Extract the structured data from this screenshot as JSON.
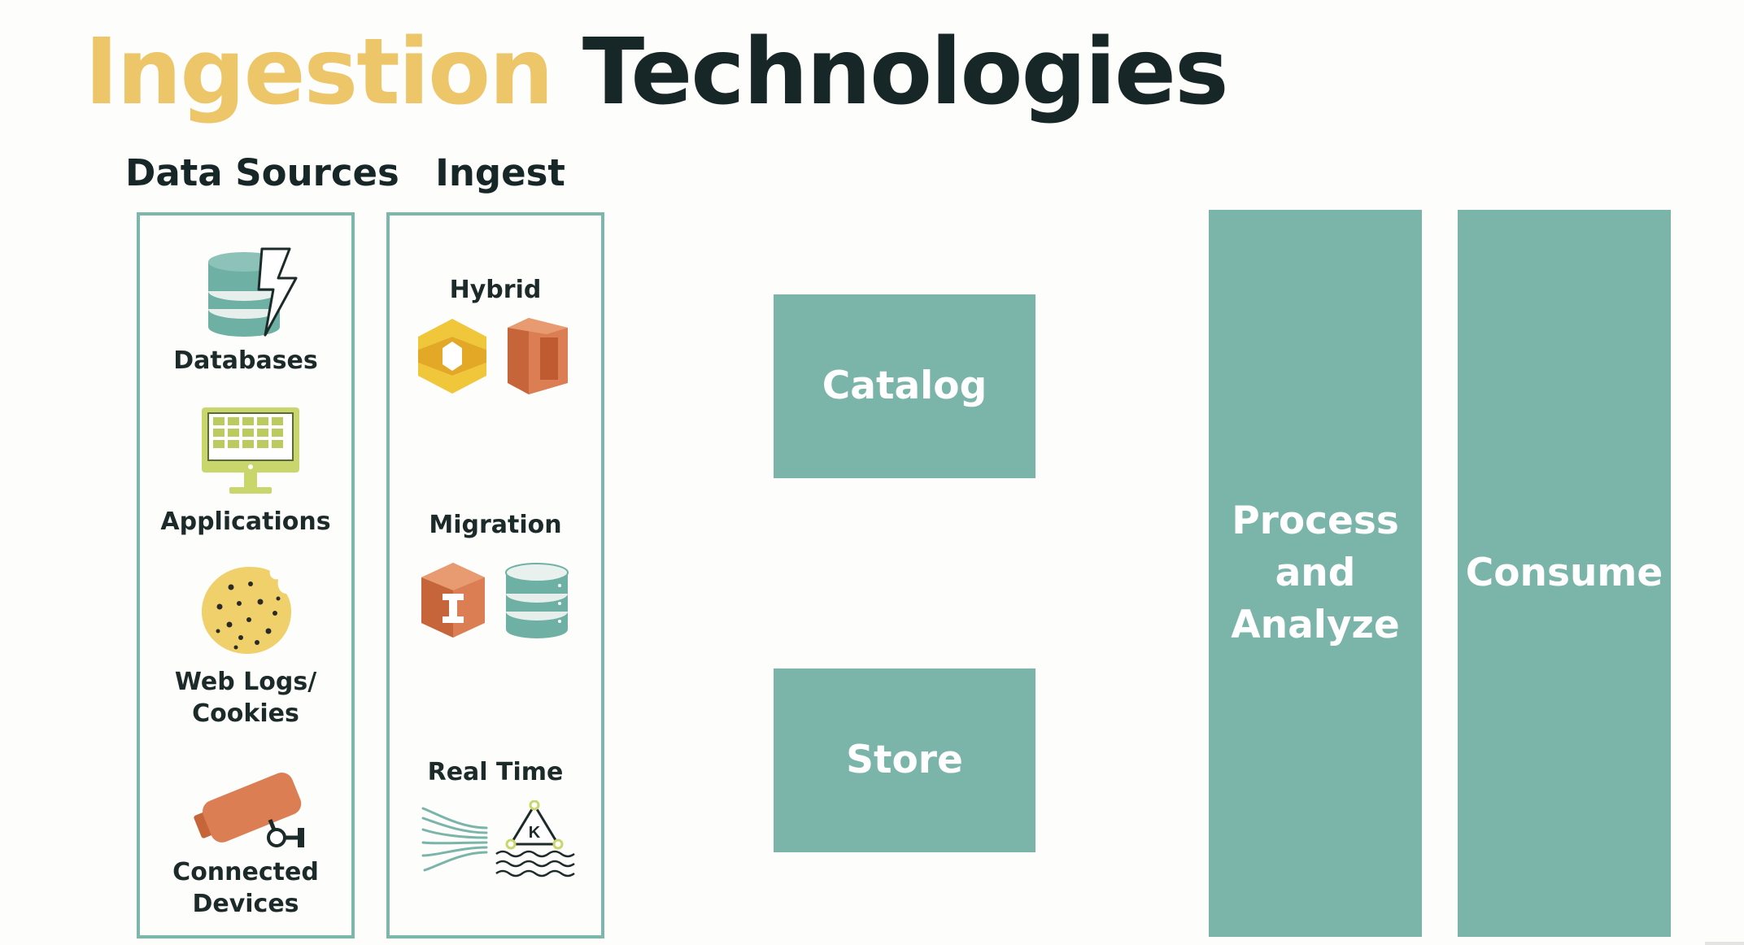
{
  "title": {
    "word1": "Ingestion",
    "word2": "Technologies"
  },
  "columns": {
    "data_sources": {
      "heading": "Data Sources",
      "items": [
        {
          "label": "Databases",
          "icon": "database-lightning-icon"
        },
        {
          "label": "Applications",
          "icon": "monitor-app-icon"
        },
        {
          "label_line1": "Web Logs/",
          "label_line2": "Cookies",
          "icon": "cookie-icon"
        },
        {
          "label_line1": "Connected",
          "label_line2": "Devices",
          "icon": "camera-device-icon"
        }
      ]
    },
    "ingest": {
      "heading": "Ingest",
      "groups": [
        {
          "label": "Hybrid",
          "icons": [
            "storage-gateway-icon",
            "snowball-icon"
          ]
        },
        {
          "label": "Migration",
          "icons": [
            "database-migration-icon",
            "database-icon"
          ]
        },
        {
          "label": "Real Time",
          "icons": [
            "kinesis-stream-icon",
            "kafka-icon"
          ]
        }
      ]
    }
  },
  "boxes": {
    "catalog": "Catalog",
    "store": "Store",
    "process_line1": "Process",
    "process_line2": "and",
    "process_line3": "Analyze",
    "consume": "Consume"
  },
  "colors": {
    "title_accent": "#ecc669",
    "title_dark": "#172626",
    "teal": "#7bb5aa",
    "border": "#7cb7ab",
    "orange": "#dc7a4b",
    "yellow": "#ecc94b"
  }
}
